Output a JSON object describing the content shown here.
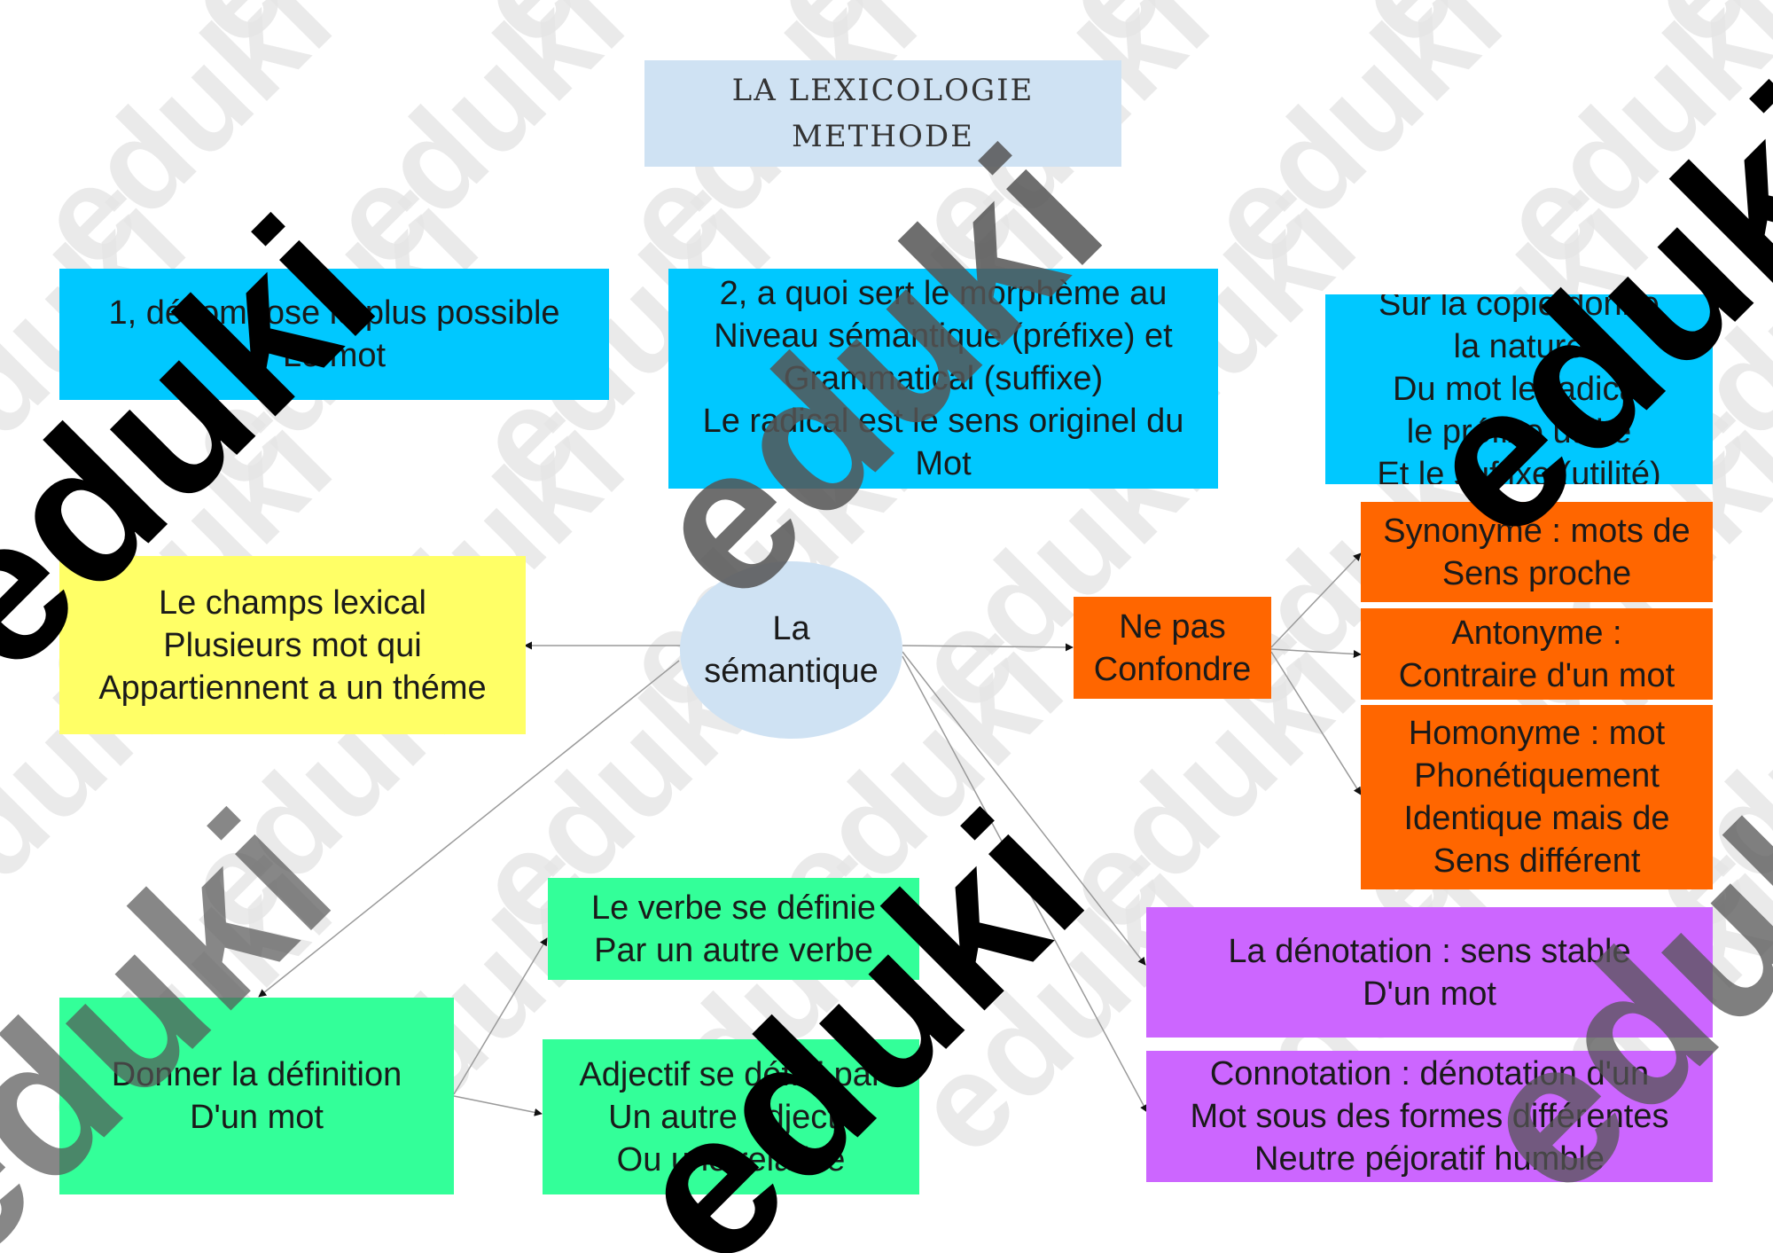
{
  "colors": {
    "title_fill": "#cfe2f3",
    "blue": "#00c8ff",
    "yellow": "#ffff66",
    "ellipse": "#cfe2f3",
    "orange": "#ff6600",
    "green": "#33ff99",
    "purple": "#cc66ff",
    "watermark_light": "#e6e6e6",
    "watermark_mid": "#555555",
    "watermark_dark": "#000000"
  },
  "watermark": {
    "text": "eduki"
  },
  "nodes": {
    "title": [
      "LA LEXICOLOGIE",
      "METHODE"
    ],
    "step1": [
      "1, décompose le plus possible",
      "Le mot"
    ],
    "step2": [
      "2, a quoi sert le morphème au",
      "Niveau sémantique (préfixe) et",
      "Grammatical (suffixe)",
      "Le radical est le sens originel du",
      "Mot"
    ],
    "copy": [
      "Sur la copie donne",
      "la nature",
      "Du mot le radical",
      "le préfixe utilité",
      "Et le suffixe (utilité)"
    ],
    "lexical": [
      "Le champs lexical",
      "Plusieurs mot qui",
      "Appartiennent a un théme"
    ],
    "semantique": [
      "La",
      "sémantique"
    ],
    "confondre": [
      "Ne pas",
      "Confondre"
    ],
    "synonyme": [
      "Synonyme : mots de",
      "Sens proche"
    ],
    "antonyme": [
      "Antonyme :",
      "Contraire d'un mot"
    ],
    "homonyme": [
      "Homonyme : mot",
      "Phonétiquement",
      "Identique mais de",
      "Sens différent"
    ],
    "definition": [
      "Donner la définition",
      "D'un mot"
    ],
    "verbe": [
      "Le verbe se définie",
      "Par un autre verbe"
    ],
    "adjectif": [
      "Adjectif se défini par",
      "Un autre adjectif",
      "Ou une relative"
    ],
    "denotation": [
      "La dénotation : sens stable",
      "D'un mot"
    ],
    "connotation": [
      "Connotation : dénotation d'un",
      "Mot sous des formes différentes",
      "Neutre péjoratif humble"
    ]
  }
}
